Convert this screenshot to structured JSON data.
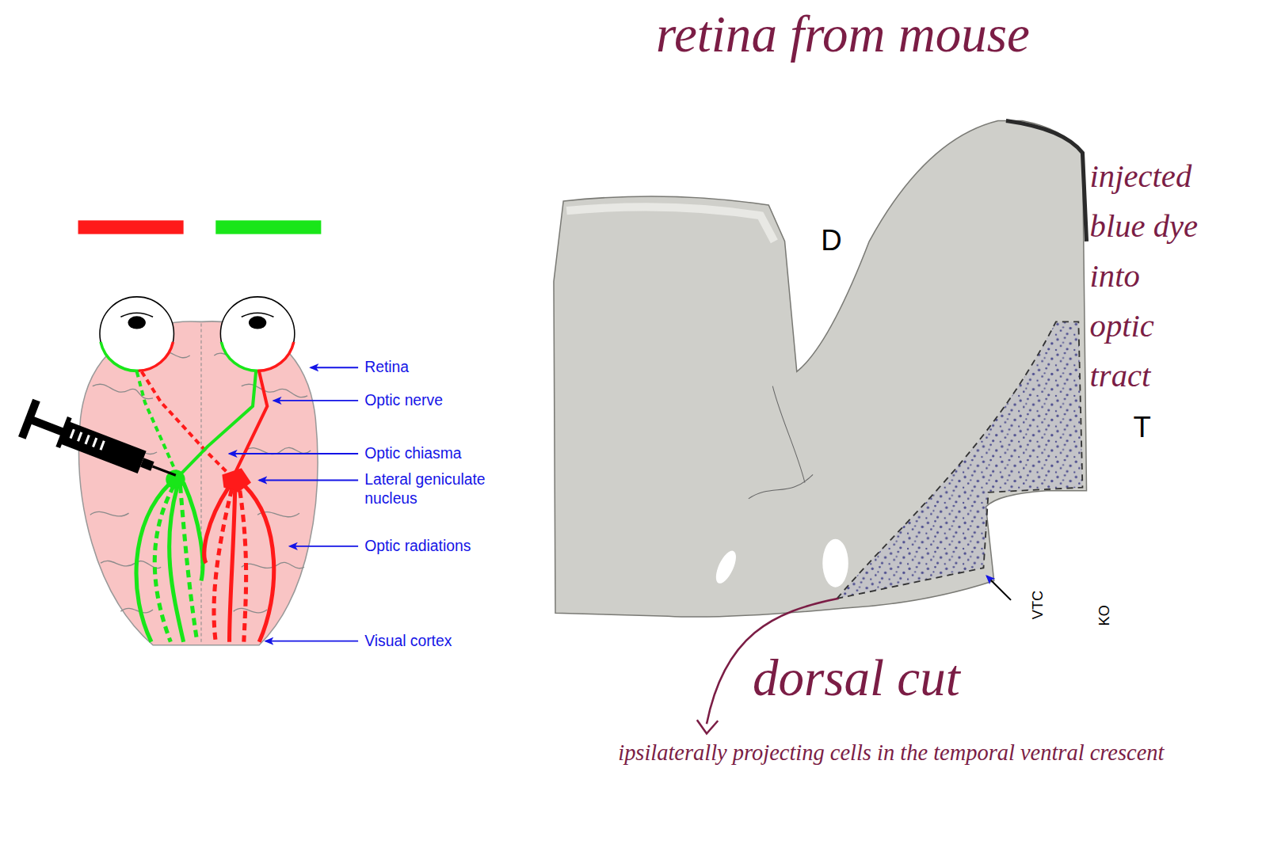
{
  "diagram": {
    "labels": [
      "retina from mouse",
      "Retina",
      "Optic nerve",
      "Optic chiasma",
      "Lateral geniculate nucleus",
      "Optic radiations",
      "Visual cortex",
      "D",
      "injected blue dye into optic tract",
      "T",
      "VTC",
      "KO",
      "dorsal cut",
      "ipsilaterally projecting cells in the temporal ventral crescent"
    ]
  }
}
